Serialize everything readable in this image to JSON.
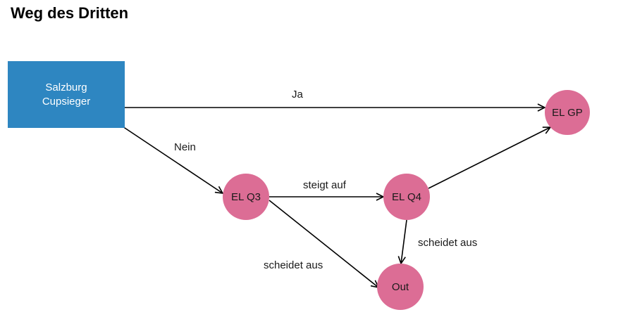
{
  "title": "Weg des Dritten",
  "nodes": {
    "start": {
      "line1": "Salzburg",
      "line2": "Cupsieger",
      "fill": "#2e86c1"
    },
    "el_gp": {
      "label": "EL GP",
      "fill": "#dc6d95"
    },
    "el_q3": {
      "label": "EL Q3",
      "fill": "#dc6d95"
    },
    "el_q4": {
      "label": "EL Q4",
      "fill": "#dc6d95"
    },
    "out": {
      "label": "Out",
      "fill": "#dc6d95"
    }
  },
  "edges": {
    "ja": "Ja",
    "nein": "Nein",
    "steigt_auf": "steigt auf",
    "scheidet_aus_q3": "scheidet aus",
    "scheidet_aus_q4": "scheidet aus"
  }
}
